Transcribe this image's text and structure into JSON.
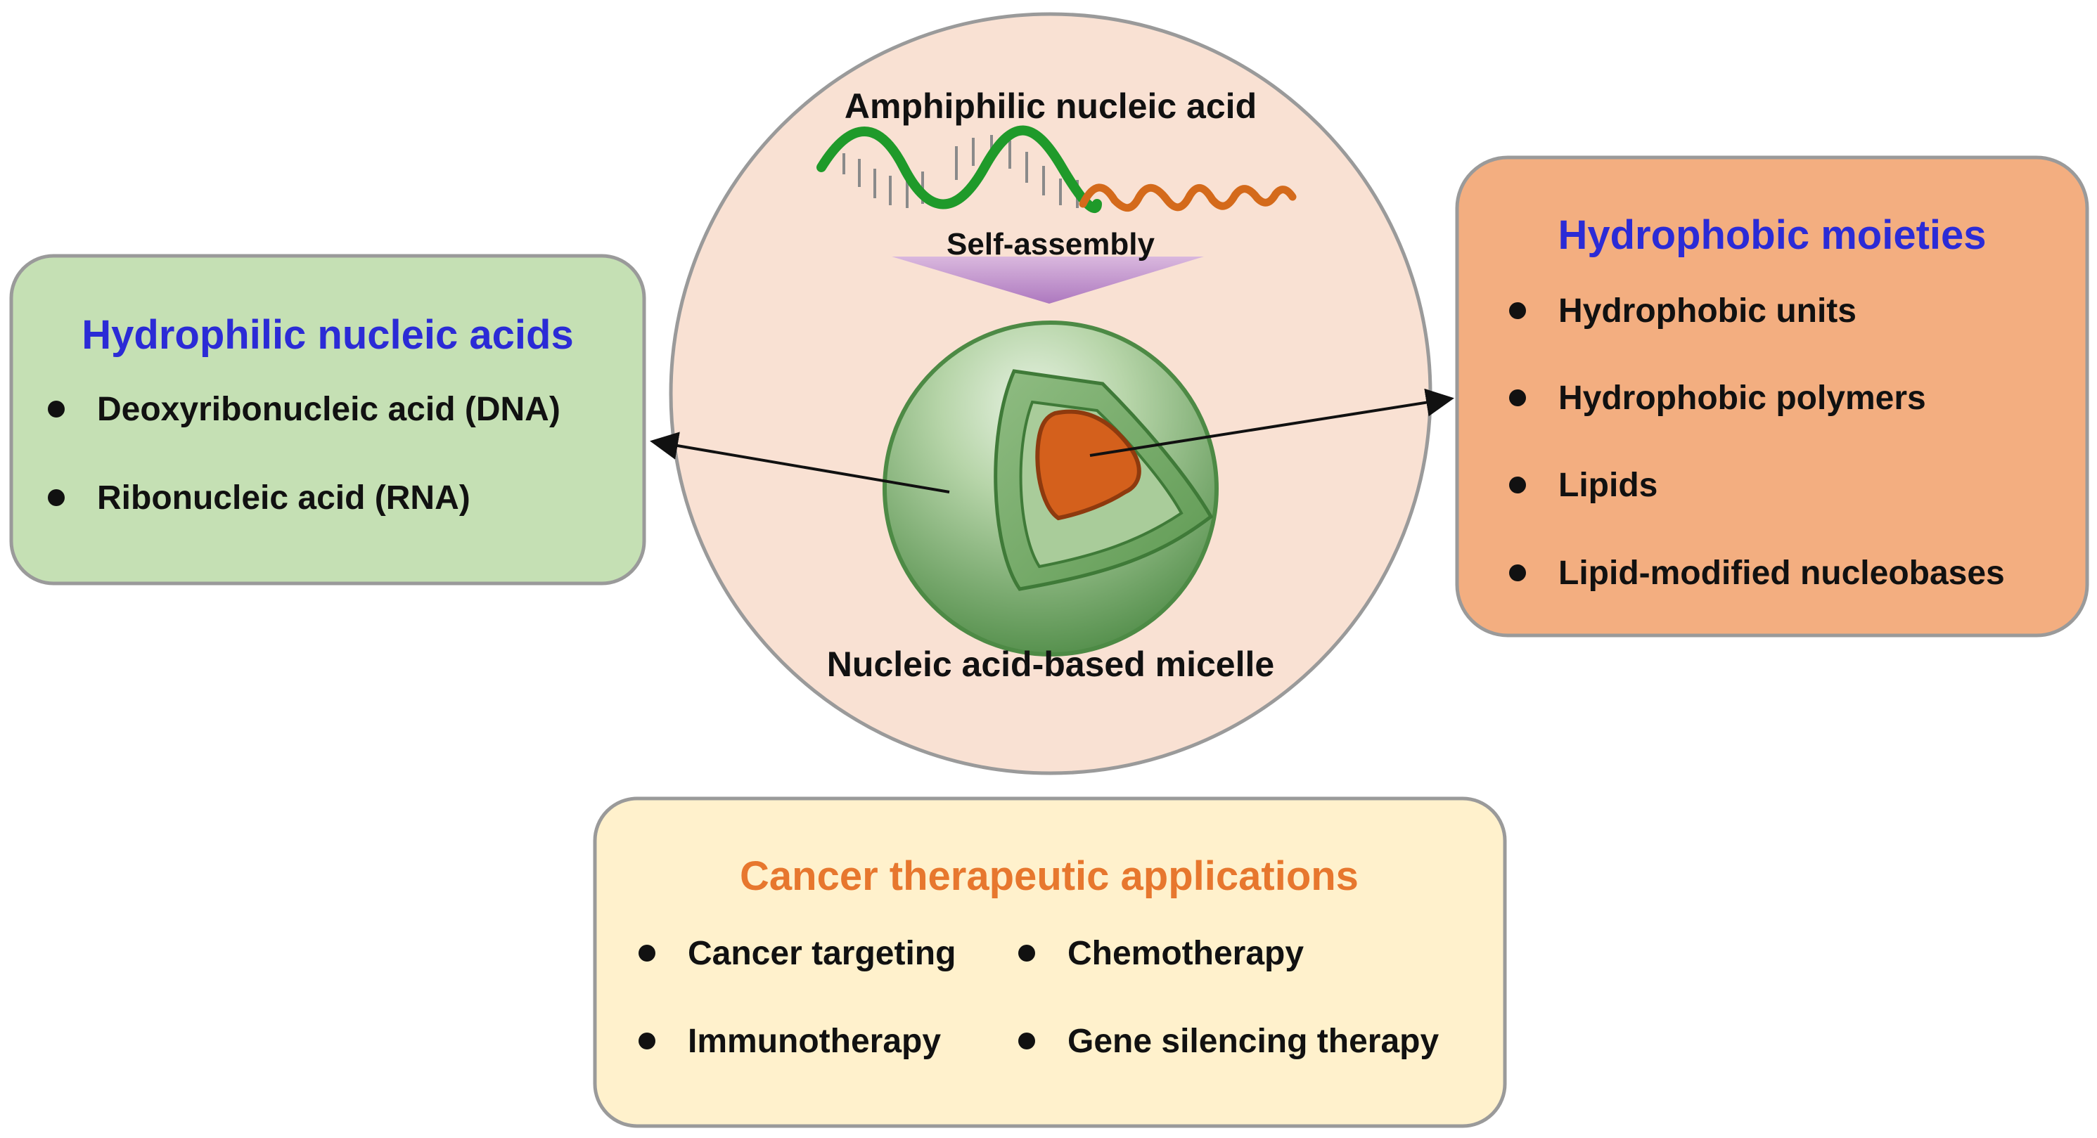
{
  "hydrophilic": {
    "title": "Hydrophilic nucleic acids",
    "items": [
      "Deoxyribonucleic acid (DNA)",
      "Ribonucleic acid (RNA)"
    ]
  },
  "hydrophobic": {
    "title": "Hydrophobic moieties",
    "items": [
      "Hydrophobic units",
      "Hydrophobic polymers",
      "Lipids",
      "Lipid-modified nucleobases"
    ]
  },
  "center": {
    "top_label": "Amphiphilic nucleic acid",
    "arrow_label": "Self-assembly",
    "bottom_label": "Nucleic acid-based micelle"
  },
  "applications": {
    "title": "Cancer therapeutic applications",
    "items": [
      "Cancer targeting",
      "Chemotherapy",
      "Immunotherapy",
      "Gene silencing therapy"
    ]
  },
  "colors": {
    "hydrophilic_box": "#c5e0b4",
    "hydrophobic_box": "#f3ae80",
    "applications_box": "#fff1cc",
    "center_circle": "#f9e1d3",
    "title_blue": "#2b2bd6",
    "title_orange": "#e7772e",
    "dna_green": "#1f9a2a",
    "hydrophobic_tail": "#d46a1b",
    "self_assembly_arrow": "#c08fd0",
    "micelle_core": "#d4601c"
  }
}
